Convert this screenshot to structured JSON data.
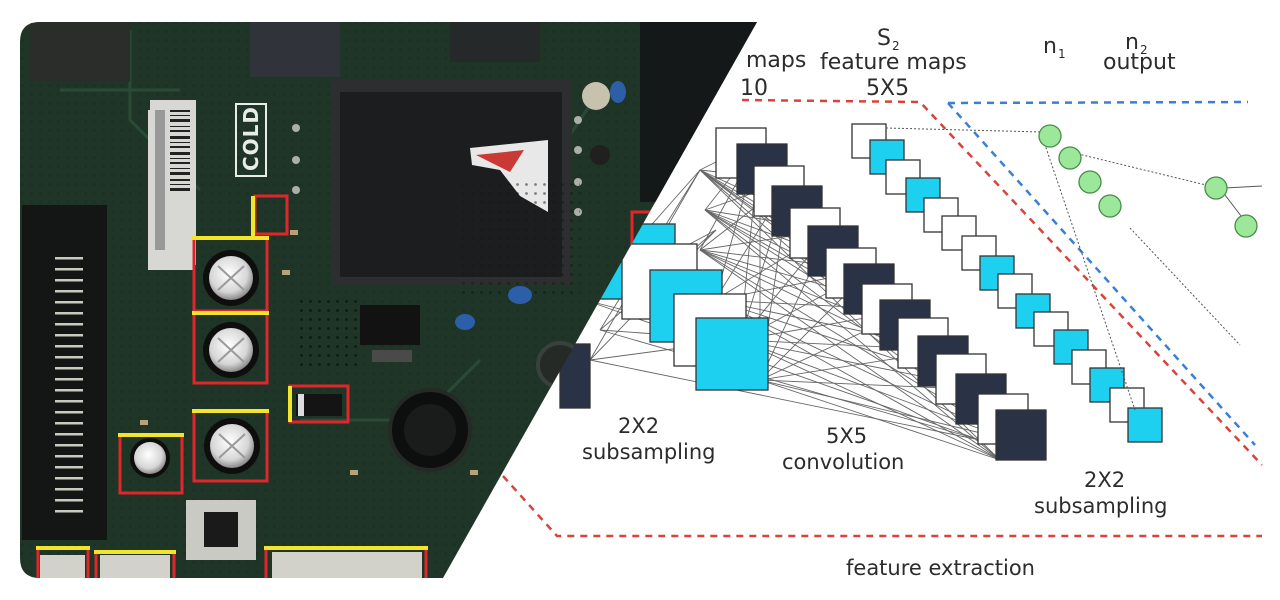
{
  "board": {
    "silkscreen_text": "COLD"
  },
  "diagram": {
    "header": {
      "c1_maps": "maps",
      "c1_size": "10",
      "s2_letter": "S",
      "s2_sub": "2",
      "s2_feature": "feature maps",
      "s2_size": "5X5",
      "n1_letter": "n",
      "n1_sub": "1",
      "n2_letter": "n",
      "n2_sub": "2",
      "n2_output": "output"
    },
    "labels": {
      "sub1_size": "2X2",
      "sub1_word": "subsampling",
      "conv_size": "5X5",
      "conv_word": "convolution",
      "sub2_size": "2X2",
      "sub2_word": "subsampling",
      "feature_extraction": "feature extraction"
    },
    "colors": {
      "cyan": "#1ed0f0",
      "navy": "#2a3345",
      "node": "#9be89b",
      "red_dash": "#d9433b",
      "blue_dash": "#3a7fd6",
      "box_yellow": "#f2e52a",
      "box_red": "#e0262b",
      "pcb": "#1f3527"
    }
  }
}
